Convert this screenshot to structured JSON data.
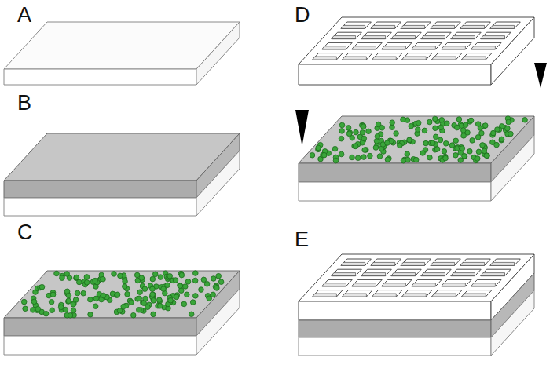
{
  "diagram": {
    "labels": [
      "A",
      "B",
      "C",
      "D",
      "E"
    ]
  }
}
